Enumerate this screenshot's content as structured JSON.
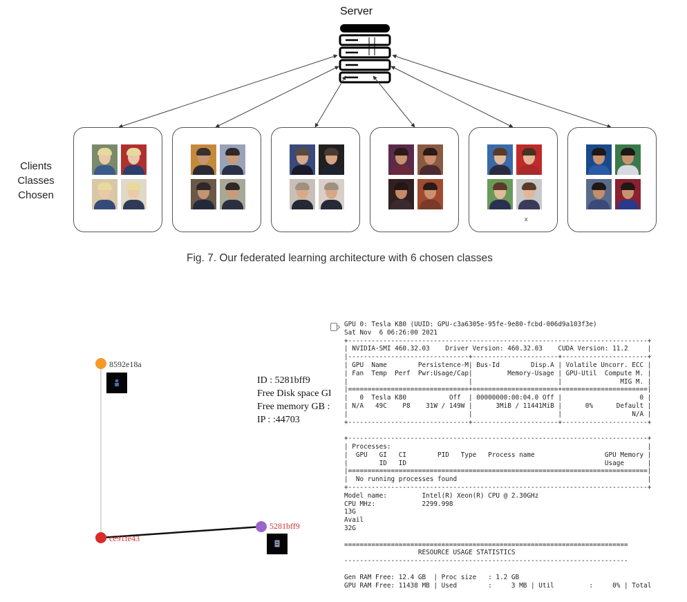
{
  "figure": {
    "server_label": "Server",
    "server_icon": "server-rack-icon",
    "clients_label": [
      "Clients",
      "Classes",
      "Chosen"
    ],
    "stray_mark": "x",
    "caption": "Fig. 7. Our federated learning architecture with 6 chosen classes",
    "clients": [
      {
        "faces": [
          {
            "bg": "#7a8a6a",
            "skin": "#e8c8a8",
            "hair": "#e6d9a0",
            "cloth": "#3a5a8a"
          },
          {
            "bg": "#b03030",
            "skin": "#e8c8a8",
            "hair": "#e6d9a0",
            "cloth": "#2a3f6a"
          },
          {
            "bg": "#d8c8a8",
            "skin": "#e9c9a6",
            "hair": "#e8da9a",
            "cloth": "#364a7a"
          },
          {
            "bg": "#e0d8c8",
            "skin": "#ebcaa8",
            "hair": "#e8da9a",
            "cloth": "#303a55"
          }
        ]
      },
      {
        "faces": [
          {
            "bg": "#c48a3a",
            "skin": "#c69674",
            "hair": "#3a3030",
            "cloth": "#2a2a35"
          },
          {
            "bg": "#9aa2b8",
            "skin": "#c89a78",
            "hair": "#302828",
            "cloth": "#2a3045"
          },
          {
            "bg": "#6a5848",
            "skin": "#c49472",
            "hair": "#2e2828",
            "cloth": "#222a3a"
          },
          {
            "bg": "#a8a898",
            "skin": "#c89a78",
            "hair": "#2e2828",
            "cloth": "#2a3040"
          }
        ]
      },
      {
        "faces": [
          {
            "bg": "#3a4a7a",
            "skin": "#d6a888",
            "hair": "#5a4a40",
            "cloth": "#1a1a2a"
          },
          {
            "bg": "#202020",
            "skin": "#d4a484",
            "hair": "#4a3a30",
            "cloth": "#1e2230"
          },
          {
            "bg": "#c8c0b8",
            "skin": "#d8aa8a",
            "hair": "#a09080",
            "cloth": "#252835"
          },
          {
            "bg": "#d8d0c8",
            "skin": "#d6a888",
            "hair": "#a09080",
            "cloth": "#262a36"
          }
        ]
      },
      {
        "faces": [
          {
            "bg": "#5a2a4a",
            "skin": "#c89070",
            "hair": "#2a1a18",
            "cloth": "#6a2a3a"
          },
          {
            "bg": "#8a5a40",
            "skin": "#c88c6a",
            "hair": "#2a1a18",
            "cloth": "#4a2a30"
          },
          {
            "bg": "#302020",
            "skin": "#c48a6a",
            "hair": "#241614",
            "cloth": "#3a2a30"
          },
          {
            "bg": "#a04a30",
            "skin": "#cc9070",
            "hair": "#2a1a18",
            "cloth": "#7a3a2a"
          }
        ]
      },
      {
        "faces": [
          {
            "bg": "#3a6aa8",
            "skin": "#e0b898",
            "hair": "#5a3a28",
            "cloth": "#2a2a40"
          },
          {
            "bg": "#c02a2a",
            "skin": "#e0b696",
            "hair": "#4a3020",
            "cloth": "#a82a2a"
          },
          {
            "bg": "#6a9a5a",
            "skin": "#e2ba9a",
            "hair": "#5a3a28",
            "cloth": "#2a3050"
          },
          {
            "bg": "#c8c8c8",
            "skin": "#e0b898",
            "hair": "#5a3a28",
            "cloth": "#3a3a5a"
          }
        ]
      },
      {
        "faces": [
          {
            "bg": "#1a4a8a",
            "skin": "#c89270",
            "hair": "#1e1816",
            "cloth": "#2a5aa8"
          },
          {
            "bg": "#3a7a4a",
            "skin": "#c89270",
            "hair": "#1e1816",
            "cloth": "#d8d8e0"
          },
          {
            "bg": "#5a6a8a",
            "skin": "#c48e6c",
            "hair": "#1e1816",
            "cloth": "#3a4a7a"
          },
          {
            "bg": "#8a2030",
            "skin": "#c89270",
            "hair": "#1e1816",
            "cloth": "#2a3a8a"
          }
        ]
      }
    ]
  },
  "graph": {
    "nodes": [
      {
        "label": "8592e18a",
        "color": "#f59a2a",
        "label_color": "#333333",
        "thumb_icon": "person-thumbnail-icon"
      },
      {
        "label": "ce91fe43",
        "color": "#dd2a2a",
        "label_color": "#d8322e",
        "thumb_icon": ""
      },
      {
        "label": "5281bff9",
        "color": "#9a66cc",
        "label_color": "#cc3030",
        "thumb_icon": "document-thumbnail-icon"
      }
    ],
    "tooltip": {
      "lines": [
        "ID : 5281bff9",
        "Free Disk space GB",
        "Free memory GB : (",
        "IP : :44703"
      ]
    }
  },
  "terminal": {
    "icon": "output-icon",
    "lines": [
      "GPU 0: Tesla K80 (UUID: GPU-c3a6305e-95fe-9e80-fcbd-006d9a103f3e)",
      "Sat Nov  6 06:26:00 2021",
      "+-----------------------------------------------------------------------------+",
      "| NVIDIA-SMI 460.32.03    Driver Version: 460.32.03    CUDA Version: 11.2     |",
      "|-------------------------------+----------------------+----------------------+",
      "| GPU  Name        Persistence-M| Bus-Id        Disp.A | Volatile Uncorr. ECC |",
      "| Fan  Temp  Perf  Pwr:Usage/Cap|         Memory-Usage | GPU-Util  Compute M. |",
      "|                               |                      |               MIG M. |",
      "|===============================+======================+======================|",
      "|   0  Tesla K80           Off  | 00000000:00:04.0 Off |                    0 |",
      "| N/A   49C    P8    31W / 149W |      3MiB / 11441MiB |      0%      Default |",
      "|                               |                      |                  N/A |",
      "+-------------------------------+----------------------+----------------------+",
      "",
      "+-----------------------------------------------------------------------------+",
      "| Processes:                                                                  |",
      "|  GPU   GI   CI        PID   Type   Process name                  GPU Memory |",
      "|        ID   ID                                                   Usage      |",
      "|=============================================================================|",
      "|  No running processes found                                                 |",
      "+-----------------------------------------------------------------------------+",
      "Model name:         Intel(R) Xeon(R) CPU @ 2.30GHz",
      "CPU MHz:            2299.998",
      "13G",
      "Avail",
      "32G",
      "",
      "=========================================================================",
      "                   RESOURCE USAGE STATISTICS",
      "-------------------------------------------------------------------------",
      "",
      "Gen RAM Free: 12.4 GB  | Proc size   : 1.2 GB",
      "GPU RAM Free: 11438 MB | Used        :     3 MB | Util         :     0% | Total"
    ]
  }
}
